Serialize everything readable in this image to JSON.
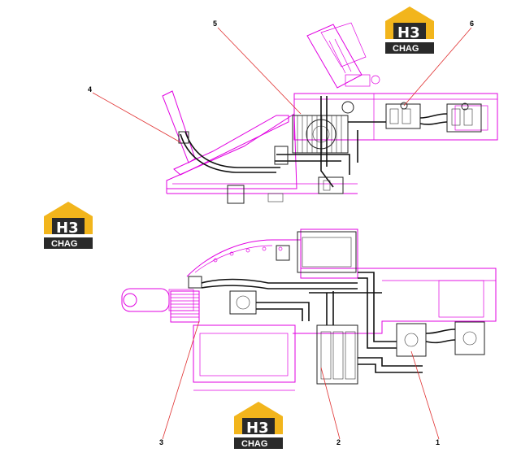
{
  "diagram": {
    "callouts": [
      {
        "id": "c1",
        "label": "1"
      },
      {
        "id": "c2",
        "label": "2"
      },
      {
        "id": "c3",
        "label": "3"
      },
      {
        "id": "c4",
        "label": "4"
      },
      {
        "id": "c5",
        "label": "5"
      },
      {
        "id": "c6",
        "label": "6"
      }
    ],
    "watermark": {
      "mark": "H3",
      "word": "CHAG"
    },
    "colors": {
      "outline": "#e100e1",
      "component": "#222222",
      "leader": "#e03030",
      "logo_yellow": "#f2b51c",
      "logo_dark": "#2a2a2a"
    }
  }
}
